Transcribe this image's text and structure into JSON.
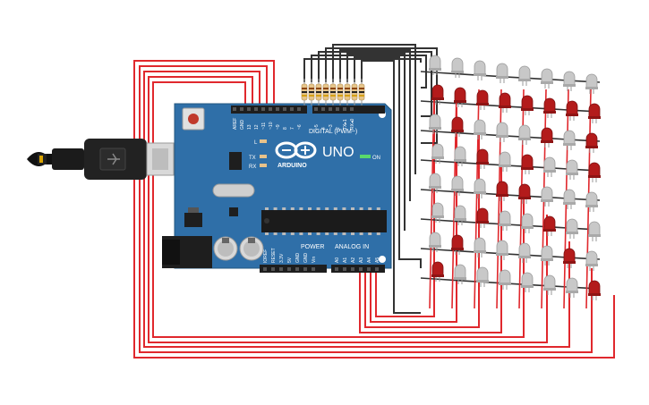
{
  "board": {
    "brand": "ARDUINO",
    "model": "UNO",
    "digital_header": "DIGITAL (PWM~)",
    "power_header": "POWER",
    "analog_header": "ANALOG IN",
    "on_label": "ON",
    "l_label": "L",
    "tx_label": "TX",
    "rx_label": "RX",
    "digital_pins": [
      "AREF",
      "GND",
      "13",
      "12",
      "~11",
      "~10",
      "~9",
      "8",
      "7",
      "~6",
      "~5",
      "4",
      "~3",
      "2",
      "TX▸1",
      "RX◂0"
    ],
    "power_pins": [
      "IOREF",
      "RESET",
      "3.3V",
      "5V",
      "GND",
      "GND",
      "Vin"
    ],
    "analog_pins": [
      "A0",
      "A1",
      "A2",
      "A3",
      "A4",
      "A5"
    ]
  },
  "led_matrix": {
    "rows": 8,
    "cols": 8,
    "lit": [
      [
        0,
        0,
        0,
        0,
        0,
        0,
        0,
        0
      ],
      [
        1,
        1,
        1,
        1,
        1,
        1,
        1,
        1
      ],
      [
        0,
        1,
        0,
        0,
        0,
        1,
        0,
        1
      ],
      [
        0,
        0,
        1,
        0,
        1,
        0,
        0,
        1
      ],
      [
        0,
        0,
        0,
        1,
        1,
        0,
        0,
        0
      ],
      [
        0,
        0,
        1,
        0,
        0,
        1,
        0,
        0
      ],
      [
        0,
        1,
        0,
        0,
        0,
        0,
        1,
        0
      ],
      [
        1,
        0,
        0,
        0,
        0,
        0,
        0,
        1
      ]
    ],
    "lit_color": "#b31b1b",
    "off_color": "#c8c8c8"
  },
  "colors": {
    "board": "#2f6fa8",
    "wire_red": "#e0282d",
    "wire_dark": "#333333",
    "resistor": "#e6c58a"
  }
}
